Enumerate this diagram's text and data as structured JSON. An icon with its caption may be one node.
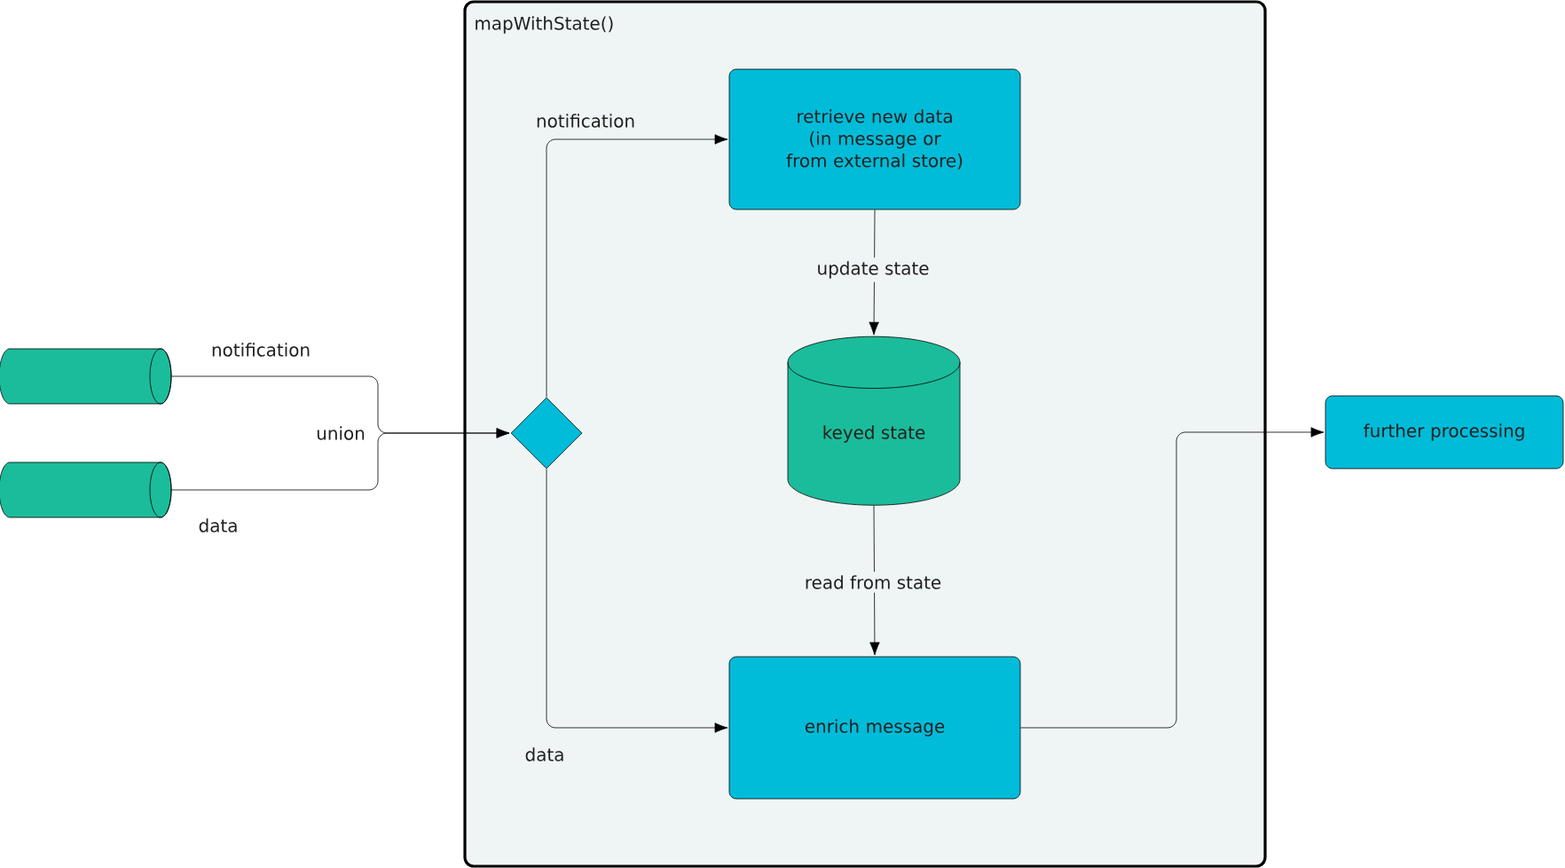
{
  "diagram": {
    "nodes": [
      {
        "text": [],
        "shape": "cylinder"
      },
      {
        "text": [],
        "shape": "cylinder"
      },
      {
        "text": [
          "mapWithState()"
        ]
      },
      {
        "text": [],
        "shape": "diamond",
        "in": 2
      },
      {
        "text": [
          "retrieve new data (in message or from external store)"
        ],
        "in": 2
      },
      {
        "text": [
          "keyed state"
        ],
        "in": 2
      },
      {
        "text": [
          "enrich message"
        ],
        "in": 2
      },
      {
        "text": [
          "further processing"
        ]
      }
    ],
    "edges": [
      {
        "from": 0,
        "to": 3,
        "arrow": "to",
        "label": "notification"
      },
      {
        "from": 1,
        "to": 3,
        "arrow": "to",
        "label": "data"
      },
      {
        "from": 3,
        "to": 4,
        "arrow": "to",
        "label": "notification"
      },
      {
        "from": 3,
        "to": 6,
        "arrow": "to",
        "label": "data"
      },
      {
        "from": 4,
        "to": 5,
        "arrow": "to",
        "label": "update state"
      },
      {
        "from": 5,
        "to": 6,
        "arrow": "to",
        "label": "read from state"
      },
      {
        "from": 6,
        "to": 7,
        "arrow": "to"
      }
    ],
    "labels": [
      "union"
    ]
  }
}
